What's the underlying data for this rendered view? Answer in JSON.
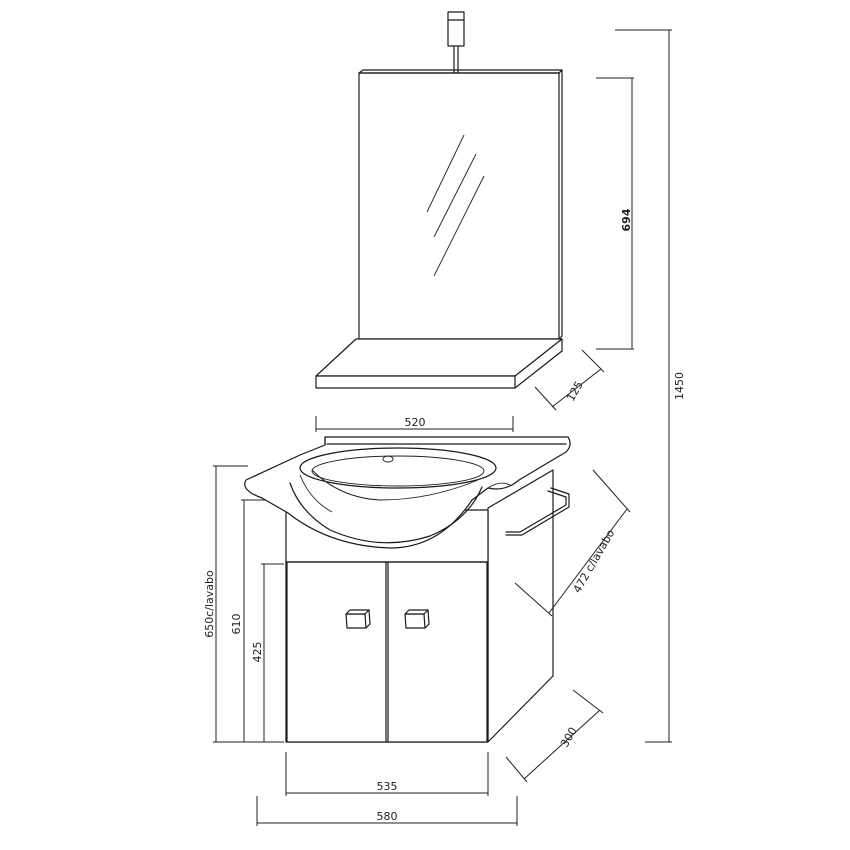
{
  "dimensions": {
    "mirror_height": "694",
    "shelf_depth": "125",
    "total_height": "1450",
    "basin_width": "520",
    "basin_depth": "472 c/lavabo",
    "height_with_basin": "650c/lavabo",
    "cabinet_height": "610",
    "door_height": "425",
    "cabinet_depth": "300",
    "cabinet_width": "535",
    "overall_width": "580"
  }
}
